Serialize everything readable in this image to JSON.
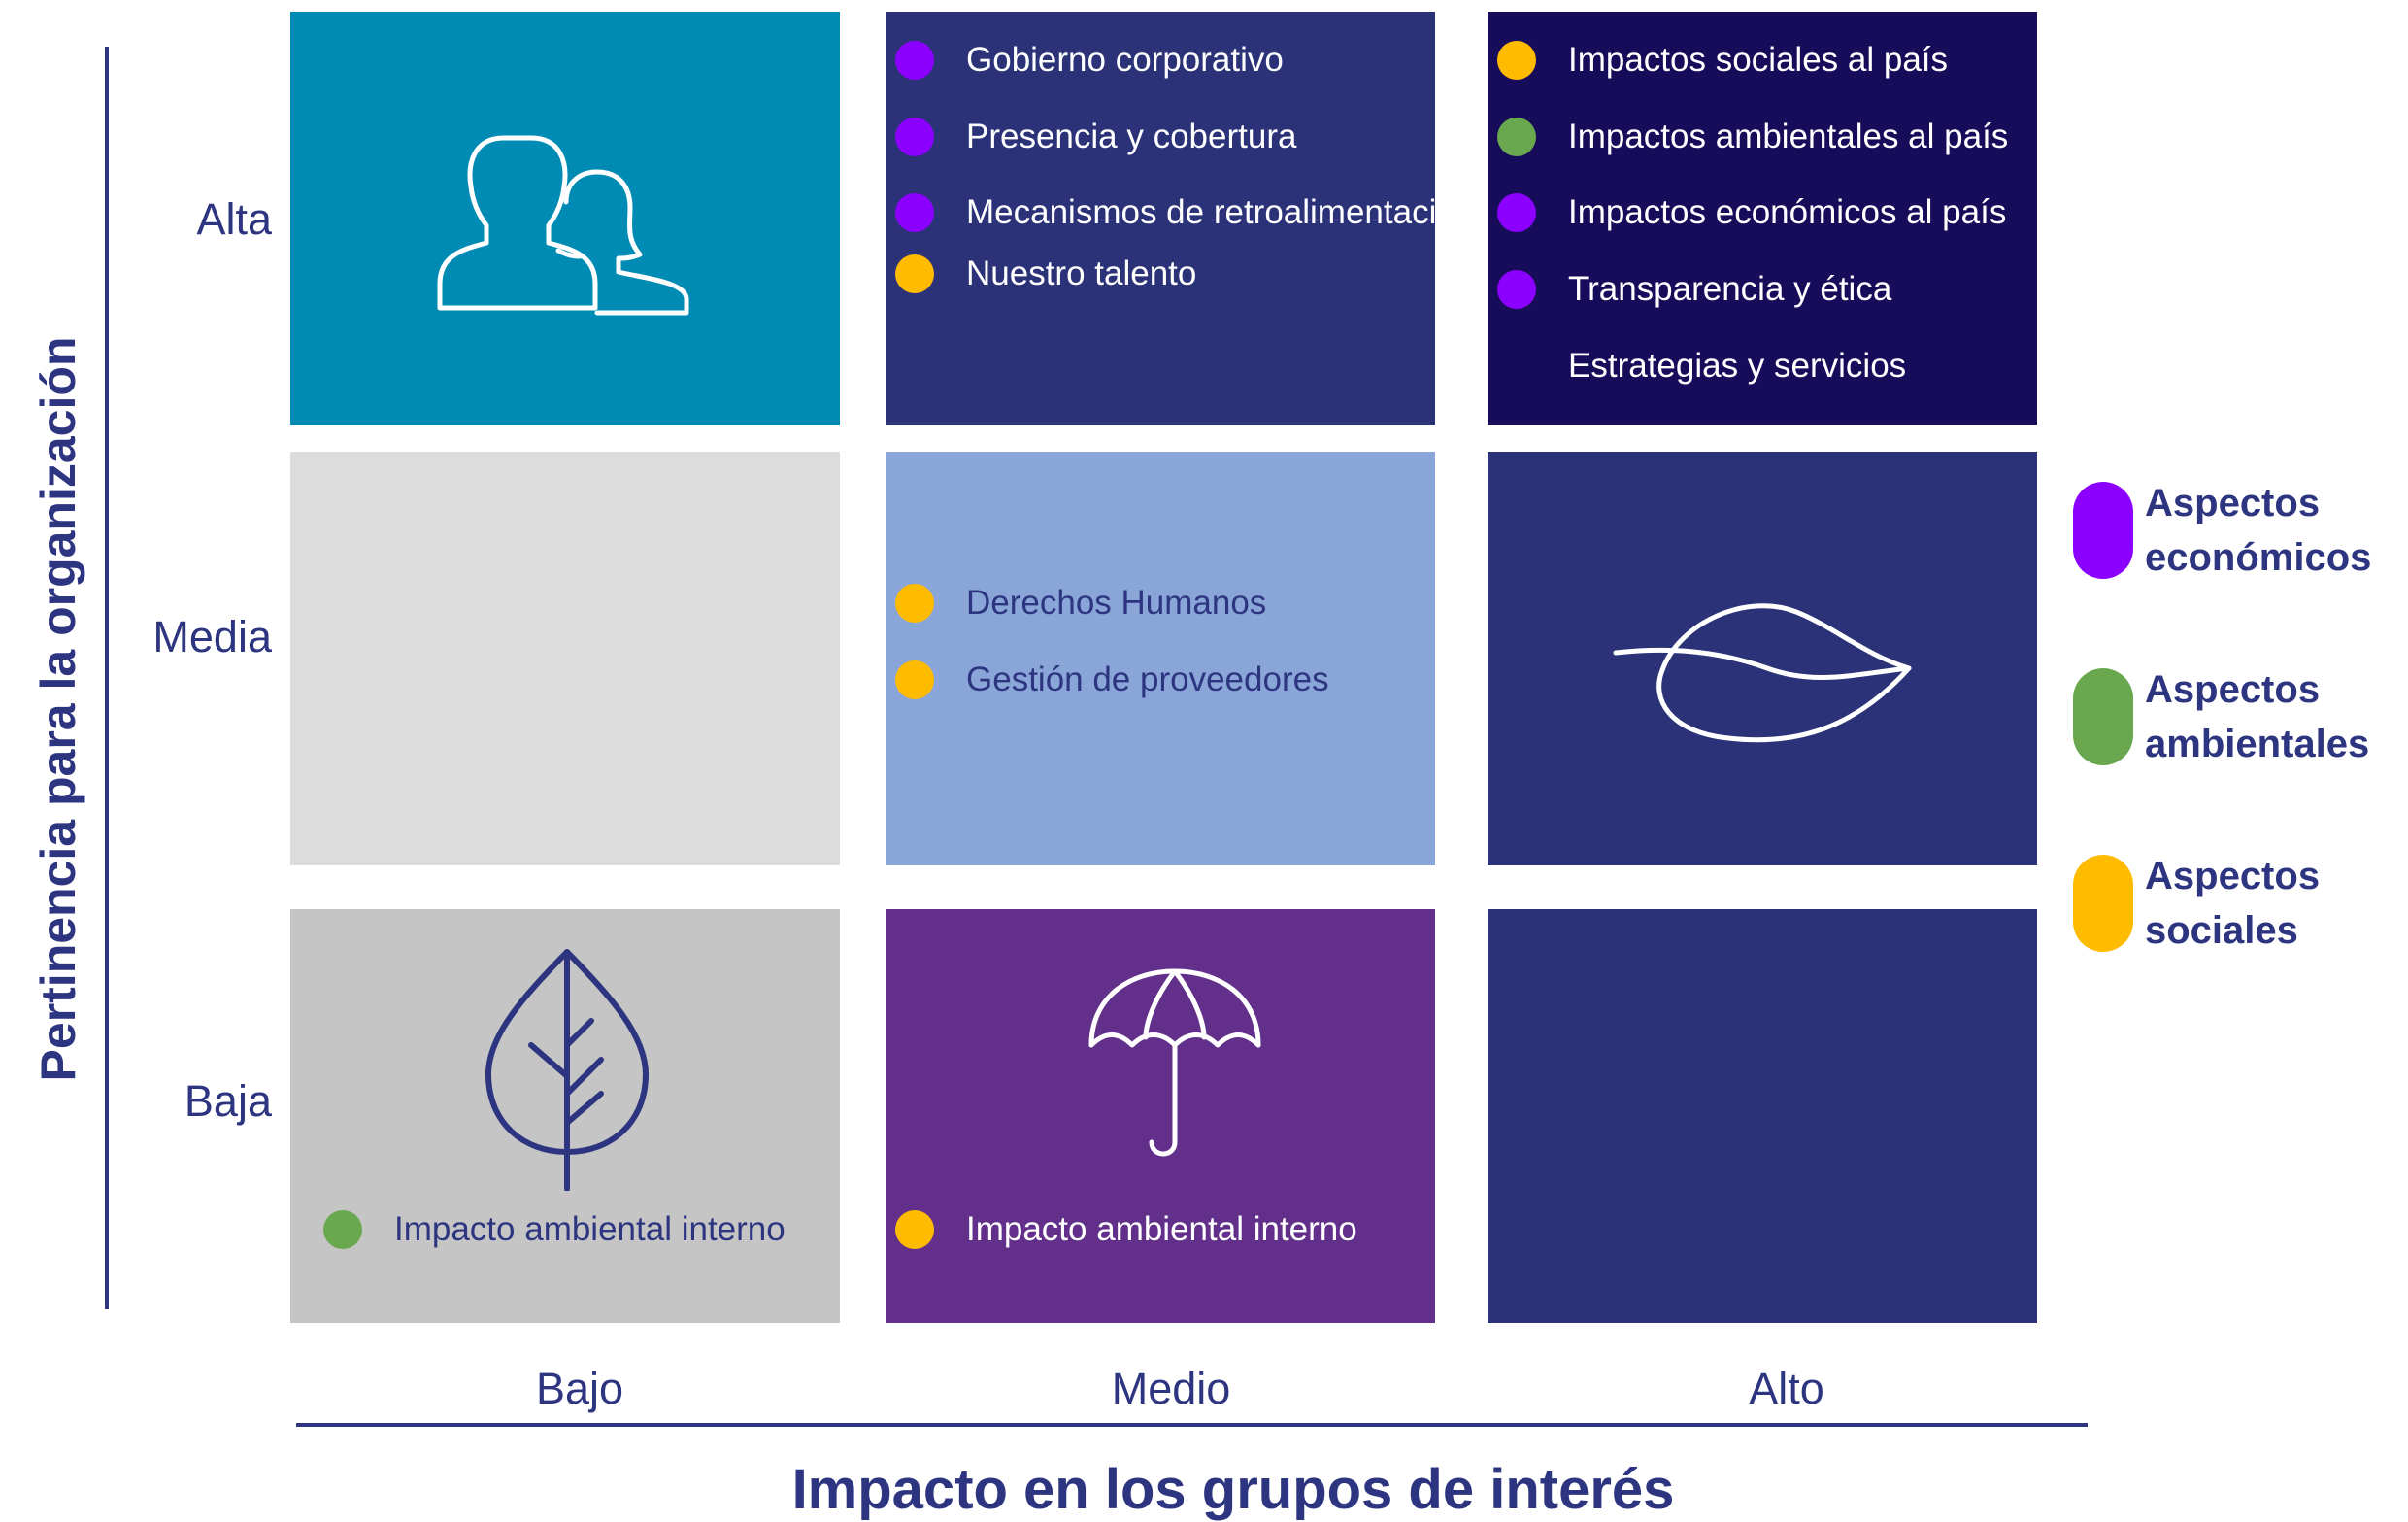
{
  "y_axis_title": "Pertinencia para la organización",
  "x_axis_title": "Impacto en los grupos de interés",
  "row_labels": [
    "Alta",
    "Media",
    "Baja"
  ],
  "col_labels": [
    "Bajo",
    "Medio",
    "Alto"
  ],
  "colors": {
    "economic": "#8b00ff",
    "environmental": "#6aa84f",
    "social": "#ffbb00",
    "text_dark": "#2e3580"
  },
  "cells": {
    "alta_bajo": {
      "bg": "#008bb5",
      "icon": "people-icon",
      "items": []
    },
    "alta_medio": {
      "bg": "#2b3278",
      "items": [
        {
          "label": "Gobierno  corporativo",
          "category": "economic"
        },
        {
          "label": "Presencia y  cobertura",
          "category": "economic"
        },
        {
          "label": "Mecanismos de retroalimentación",
          "category": "economic"
        },
        {
          "label": "Nuestro talento",
          "category": "social"
        }
      ]
    },
    "alta_alto": {
      "bg": "#170c5a",
      "items": [
        {
          "label": "Impactos sociales al país",
          "category": "social"
        },
        {
          "label": "Impactos ambientales al país",
          "category": "environmental"
        },
        {
          "label": "Impactos económicos al país",
          "category": "economic"
        },
        {
          "label": "Transparencia y ética",
          "category": "economic"
        },
        {
          "label": "Estrategias y servicios",
          "category": "none"
        }
      ]
    },
    "media_bajo": {
      "bg": "#dcdcdc",
      "items": []
    },
    "media_medio": {
      "bg": "#8aa5d8",
      "items": [
        {
          "label": "Derechos Humanos",
          "category": "social"
        },
        {
          "label": "Gestión de proveedores",
          "category": "social"
        }
      ]
    },
    "media_alto": {
      "bg": "#2b3278",
      "icon": "leaf-icon",
      "items": []
    },
    "baja_bajo": {
      "bg": "#c5c5c5",
      "icon": "tree-leaf-icon",
      "items": [
        {
          "label": "Impacto ambiental  interno",
          "category": "environmental"
        }
      ]
    },
    "baja_medio": {
      "bg": "#62308a",
      "icon": "umbrella-icon",
      "items": [
        {
          "label": "Impacto ambiental  interno",
          "category": "social"
        }
      ]
    },
    "baja_alto": {
      "bg": "#2b3278",
      "items": []
    }
  },
  "legend": [
    {
      "line1": "Aspectos",
      "line2": "económicos",
      "category": "economic"
    },
    {
      "line1": "Aspectos",
      "line2": "ambientales",
      "category": "environmental"
    },
    {
      "line1": "Aspectos",
      "line2": "sociales",
      "category": "social"
    }
  ]
}
